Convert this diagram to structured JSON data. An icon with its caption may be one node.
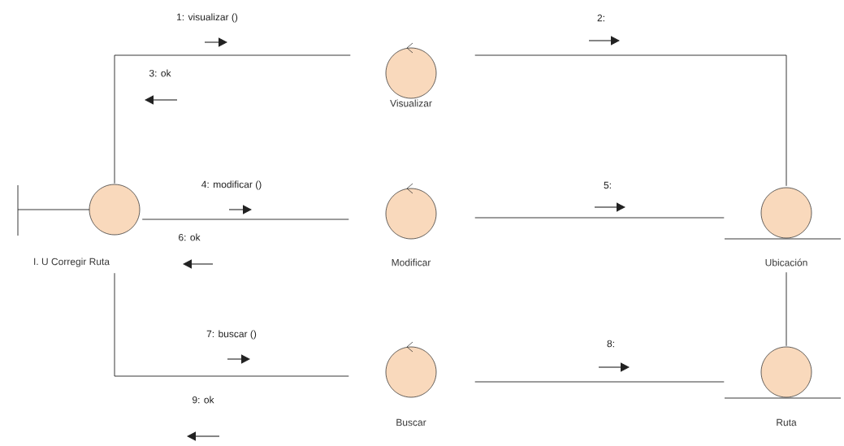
{
  "diagram": {
    "nodes": [
      {
        "text": [
          "I. U Corregir Ruta"
        ]
      },
      {
        "text": [
          "Visualizar"
        ]
      },
      {
        "text": [
          "Modificar"
        ]
      },
      {
        "text": [
          "Buscar"
        ]
      },
      {
        "text": [
          "Ubicación"
        ]
      },
      {
        "text": [
          "Ruta"
        ]
      }
    ],
    "edges": [
      {
        "from": 0,
        "to": 1,
        "arrow": "none"
      },
      {
        "from": 0,
        "to": 2,
        "arrow": "none"
      },
      {
        "from": 0,
        "to": 3,
        "arrow": "none"
      },
      {
        "from": 1,
        "to": 4,
        "arrow": "none"
      },
      {
        "from": 2,
        "to": 4,
        "arrow": "none"
      },
      {
        "from": 3,
        "to": 5,
        "arrow": "none"
      },
      {
        "from": 4,
        "to": 5,
        "arrow": "none"
      }
    ],
    "labels": [
      "1: visualizar ()",
      "2:",
      "3: ok",
      "4: modificar ()",
      "5:",
      "6: ok",
      "7: buscar ()",
      "8:",
      "9: ok"
    ]
  }
}
